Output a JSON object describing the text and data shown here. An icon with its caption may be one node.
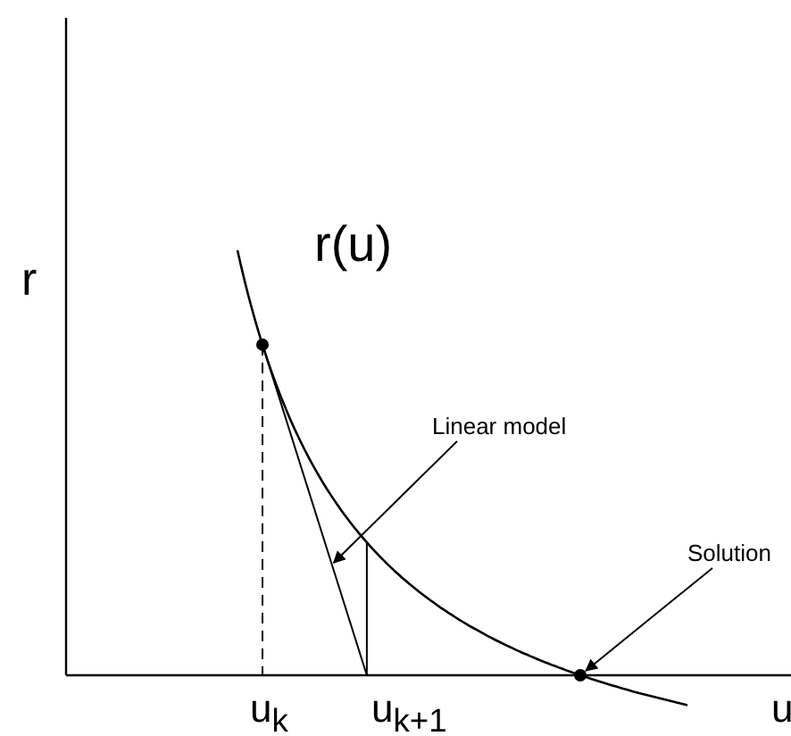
{
  "diagram": {
    "nodes": [
      {
        "text": [
          "Linear model"
        ]
      },
      {
        "text": [
          "Solution"
        ]
      },
      {
        "text": [],
        "shape": "circle"
      }
    ],
    "edges": [
      {
        "from": 0,
        "to": null,
        "arrow": "to"
      },
      {
        "from": 1,
        "to": 2,
        "arrow": "to"
      }
    ],
    "labels": [
      "r",
      "r(u)",
      "u$_{k}$",
      "u$_{k+1}$",
      "u"
    ]
  }
}
